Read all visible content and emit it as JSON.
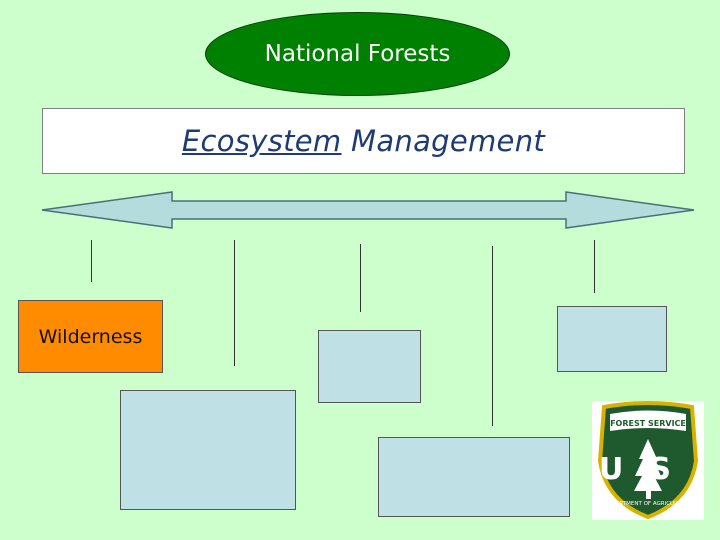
{
  "title_ellipse": {
    "label": "National Forests"
  },
  "management": {
    "word1": "Ecosystem",
    "word2": "Management"
  },
  "categories": {
    "first": "Wilderness"
  },
  "logo": {
    "top_text": "FOREST SERVICE",
    "letters": "US",
    "bottom_text": "DEPARTMENT OF AGRICULTURE"
  },
  "colors": {
    "background": "#ccffcc",
    "ellipse": "#008000",
    "wilderness": "#ff8c00",
    "empty_box": "#bfe0e4",
    "arrow": "#b4dcdc"
  }
}
